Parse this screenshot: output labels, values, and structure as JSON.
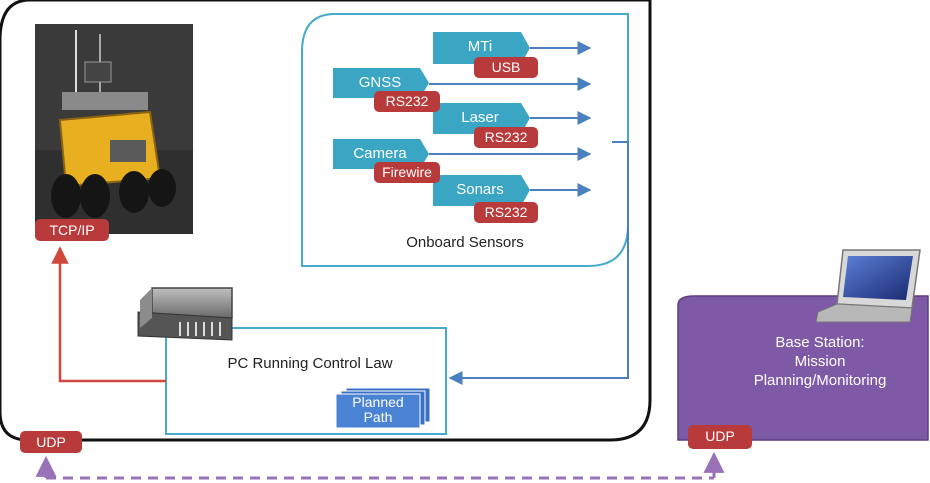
{
  "sensors": {
    "title": "Onboard Sensors",
    "mti": "MTi",
    "mti_port": "USB",
    "gnss": "GNSS",
    "gnss_port": "RS232",
    "laser": "Laser",
    "laser_port": "RS232",
    "camera": "Camera",
    "camera_port": "Firewire",
    "sonars": "Sonars",
    "sonars_port": "RS232"
  },
  "robot": {
    "port": "TCP/IP"
  },
  "pc": {
    "label": "PC Running Control Law",
    "planned_path": [
      "Planned",
      "Path"
    ]
  },
  "base": {
    "lines": [
      "Base Station:",
      "Mission",
      "Planning/Monitoring"
    ],
    "port": "UDP"
  },
  "link": {
    "local_port": "UDP"
  },
  "colors": {
    "sensor_teal": "#3aa6c4",
    "port_red": "#b83a3a",
    "base_purple": "#7e5aa6",
    "arrow_blue": "#4a80c0",
    "link_red": "#d0483c",
    "dashed_purple": "#9a72b8",
    "box_border": "#45aacc"
  }
}
